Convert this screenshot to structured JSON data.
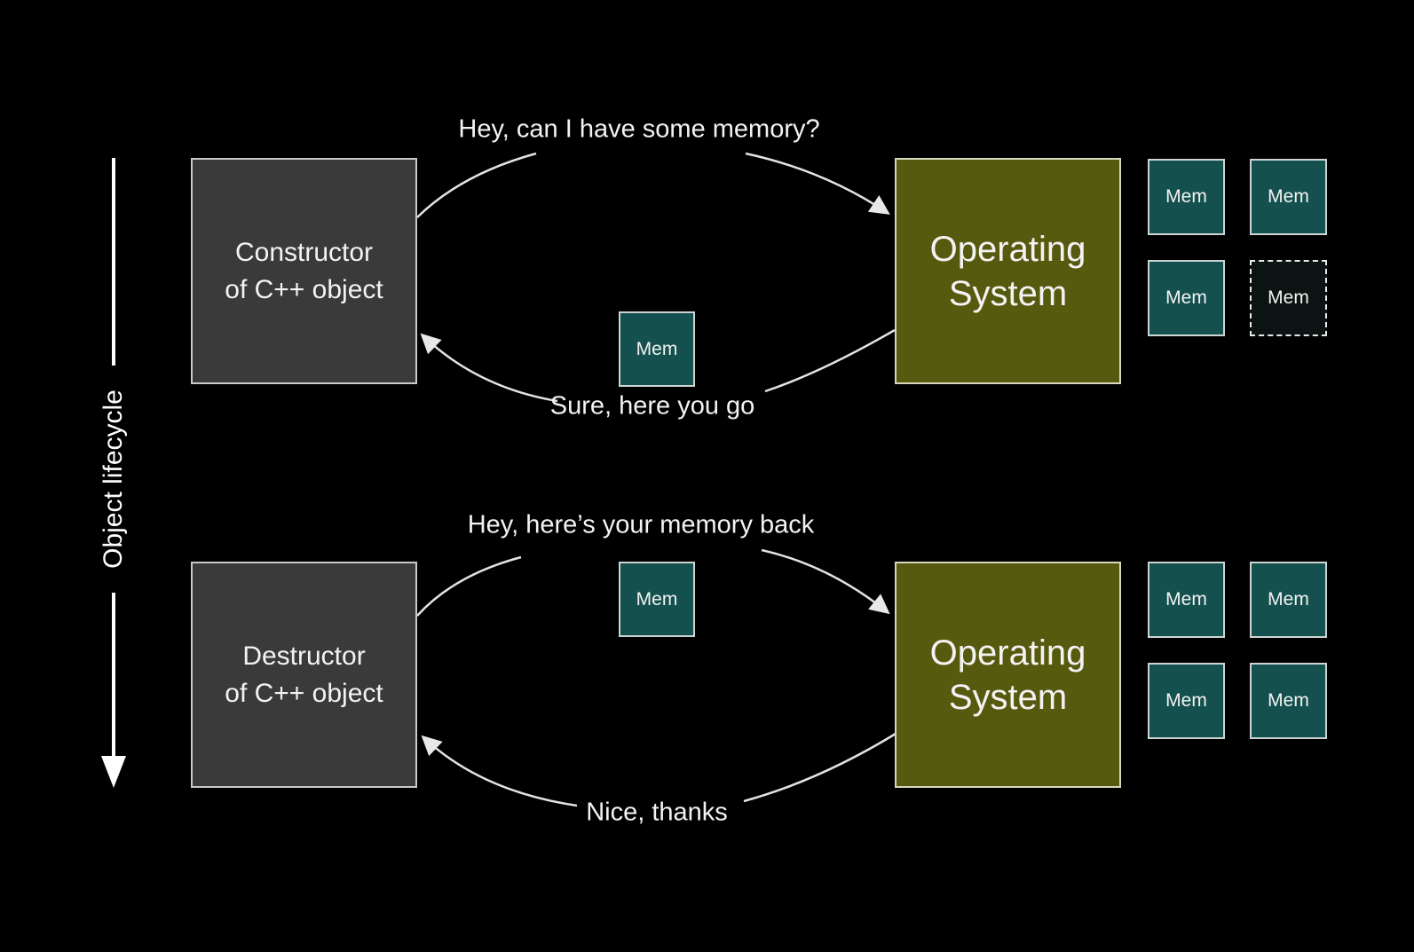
{
  "diagram": {
    "axis_label": "Object lifecycle",
    "sections": [
      {
        "name": "construction",
        "actor_line1": "Constructor",
        "actor_line2": "of C++ object",
        "os_line1": "Operating",
        "os_line2": "System",
        "request_label": "Hey, can I have some memory?",
        "response_label": "Sure, here you go",
        "transfer_mem_label": "Mem",
        "mem_pool": [
          {
            "label": "Mem",
            "state": "available"
          },
          {
            "label": "Mem",
            "state": "available"
          },
          {
            "label": "Mem",
            "state": "available"
          },
          {
            "label": "Mem",
            "state": "lent-out-dashed"
          }
        ]
      },
      {
        "name": "destruction",
        "actor_line1": "Destructor",
        "actor_line2": "of C++ object",
        "os_line1": "Operating",
        "os_line2": "System",
        "request_label": "Hey, here’s your memory back",
        "response_label": "Nice, thanks",
        "transfer_mem_label": "Mem",
        "mem_pool": [
          {
            "label": "Mem",
            "state": "available"
          },
          {
            "label": "Mem",
            "state": "available"
          },
          {
            "label": "Mem",
            "state": "available"
          },
          {
            "label": "Mem",
            "state": "available"
          }
        ]
      }
    ],
    "colors": {
      "background": "#000000",
      "actor_box_fill": "#3a3a3a",
      "actor_box_border": "#c9c9c9",
      "os_box_fill": "#565a0e",
      "os_box_border": "#d8d8c0",
      "mem_box_fill": "#14504e",
      "mem_box_border": "#ccd5d4",
      "mem_box_empty_fill": "#0c1413",
      "arrow_color": "#e3e3e3",
      "text_color": "#f3f3f3"
    }
  }
}
